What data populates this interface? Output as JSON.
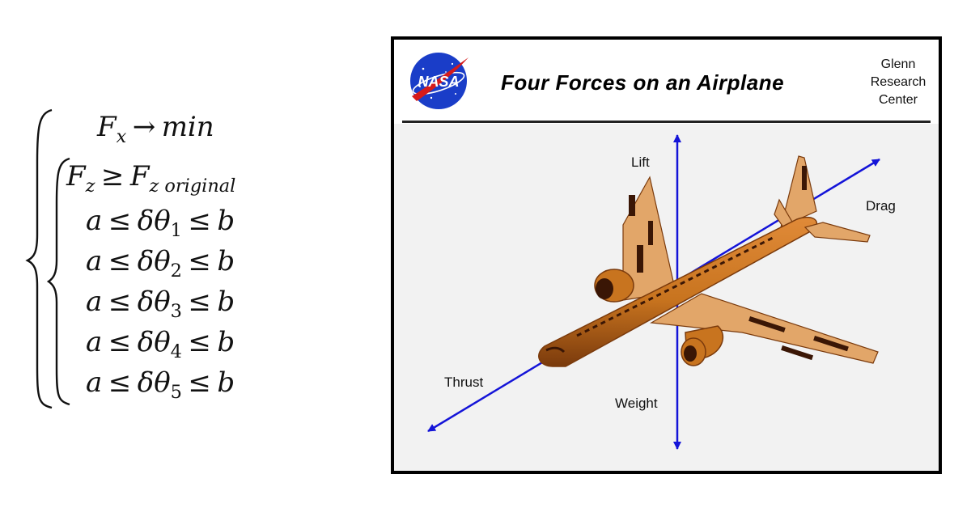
{
  "equations": {
    "objective": {
      "var": "F",
      "sub": "x",
      "arrow": "→",
      "target": "min"
    },
    "constraint": {
      "var": "F",
      "sub": "z",
      "op": "≥",
      "rhs_var": "F",
      "rhs_sub": "z original"
    },
    "bounds": [
      {
        "a": "a",
        "op": "≤",
        "var": "δθ",
        "sub": "1",
        "b": "b"
      },
      {
        "a": "a",
        "op": "≤",
        "var": "δθ",
        "sub": "2",
        "b": "b"
      },
      {
        "a": "a",
        "op": "≤",
        "var": "δθ",
        "sub": "3",
        "b": "b"
      },
      {
        "a": "a",
        "op": "≤",
        "var": "δθ",
        "sub": "4",
        "b": "b"
      },
      {
        "a": "a",
        "op": "≤",
        "var": "δθ",
        "sub": "5",
        "b": "b"
      }
    ]
  },
  "diagram": {
    "logo_text": "NASA",
    "title": "Four Forces on an Airplane",
    "org_lines": [
      "Glenn",
      "Research",
      "Center"
    ],
    "forces": {
      "lift": "Lift",
      "drag": "Drag",
      "thrust": "Thrust",
      "weight": "Weight"
    },
    "colors": {
      "arrow": "#1414d8",
      "airframe": "#c8741f",
      "airframe_dark": "#7a3a0c",
      "wing": "#e2a669",
      "window": "#3a1605",
      "logo_blue": "#1a3dc8",
      "logo_red": "#d61a1a"
    }
  }
}
